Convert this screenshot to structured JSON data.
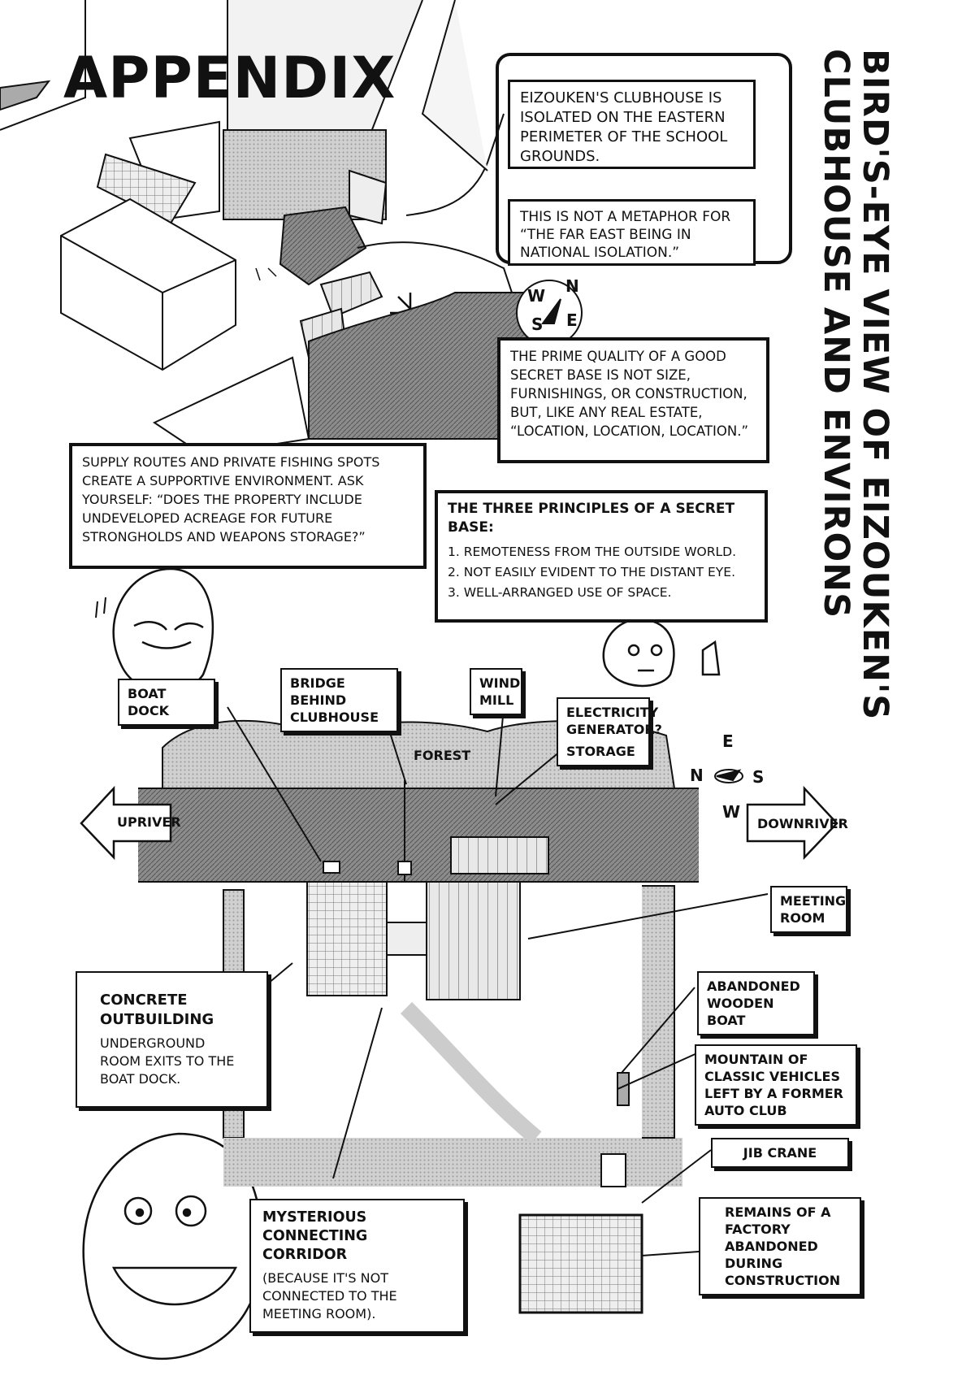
{
  "page": {
    "title": "APPENDIX",
    "vertical_title_line1": "BIRD'S-EYE VIEW OF EIZOUKEN'S",
    "vertical_title_line2": "CLUBHOUSE AND ENVIRONS"
  },
  "captions": {
    "isolated": "EIZOUKEN'S CLUBHOUSE IS ISOLATED ON THE EASTERN PERIMETER OF THE SCHOOL GROUNDS.",
    "metaphor": "THIS IS NOT A METAPHOR FOR “THE FAR EAST BEING IN NATIONAL ISOLATION.”",
    "prime_quality": "THE PRIME QUALITY OF A GOOD SECRET BASE IS NOT SIZE, FURNISHINGS, OR CONSTRUCTION, BUT, LIKE ANY REAL ESTATE, “LOCATION, LOCATION, LOCATION.”",
    "supply_routes": "SUPPLY ROUTES AND PRIVATE FISHING SPOTS CREATE A SUPPORTIVE ENVIRONMENT. ASK YOURSELF: “DOES THE PROPERTY INCLUDE UNDEVELOPED ACREAGE FOR FUTURE STRONGHOLDS AND WEAPONS STORAGE?”"
  },
  "principles": {
    "heading": "THE THREE PRINCIPLES OF A SECRET BASE:",
    "items": [
      "1. REMOTENESS FROM THE OUTSIDE WORLD.",
      "2. NOT EASILY EVIDENT TO THE DISTANT EYE.",
      "3. WELL-ARRANGED USE OF SPACE."
    ]
  },
  "compass_top": {
    "n": "N",
    "e": "E",
    "s": "S",
    "w": "W"
  },
  "compass_map": {
    "n": "N",
    "e": "E",
    "s": "S",
    "w": "W"
  },
  "map_labels": {
    "boat_dock": "BOAT DOCK",
    "bridge": "BRIDGE BEHIND CLUBHOUSE",
    "windmill": "WIND- MILL",
    "generator": "ELECTRICITY GENERATOR?",
    "storage": "STORAGE",
    "forest": "FOREST",
    "upriver": "UPRIVER",
    "downriver": "DOWNRIVER",
    "meeting_room": "MEETING ROOM",
    "abandoned_boat": "ABANDONED WOODEN BOAT",
    "vehicles": "MOUNTAIN OF CLASSIC VEHICLES LEFT BY A FORMER AUTO CLUB",
    "jib_crane": "JIB CRANE",
    "factory": "REMAINS OF A FACTORY ABANDONED DURING CONSTRUCTION",
    "concrete_heading": "CONCRETE OUTBUILDING",
    "concrete_sub": "UNDERGROUND ROOM EXITS TO THE BOAT DOCK.",
    "corridor_heading": "MYSTERIOUS CONNECTING CORRIDOR",
    "corridor_sub": "(BECAUSE IT'S NOT CONNECTED TO THE MEETING ROOM)."
  }
}
